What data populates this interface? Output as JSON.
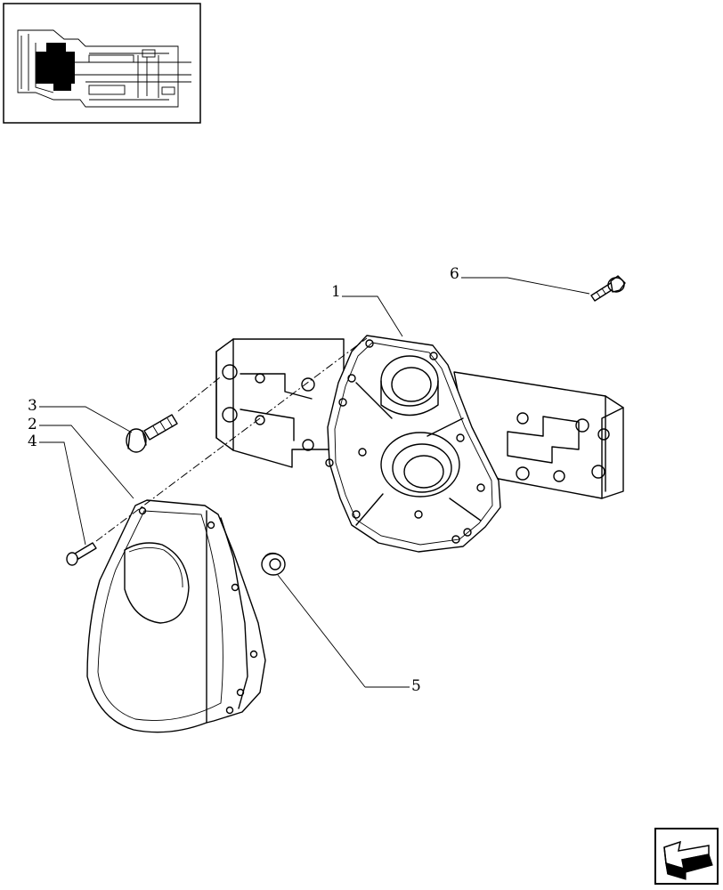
{
  "callouts": {
    "c1": "1",
    "c2": "2",
    "c3": "3",
    "c4": "4",
    "c5": "5",
    "c6": "6"
  },
  "icons": {
    "overview": "transmission-cutaway-thumbnail",
    "navigation": "next-page-arrow-icon"
  },
  "colors": {
    "line": "#000000",
    "background": "#ffffff"
  }
}
